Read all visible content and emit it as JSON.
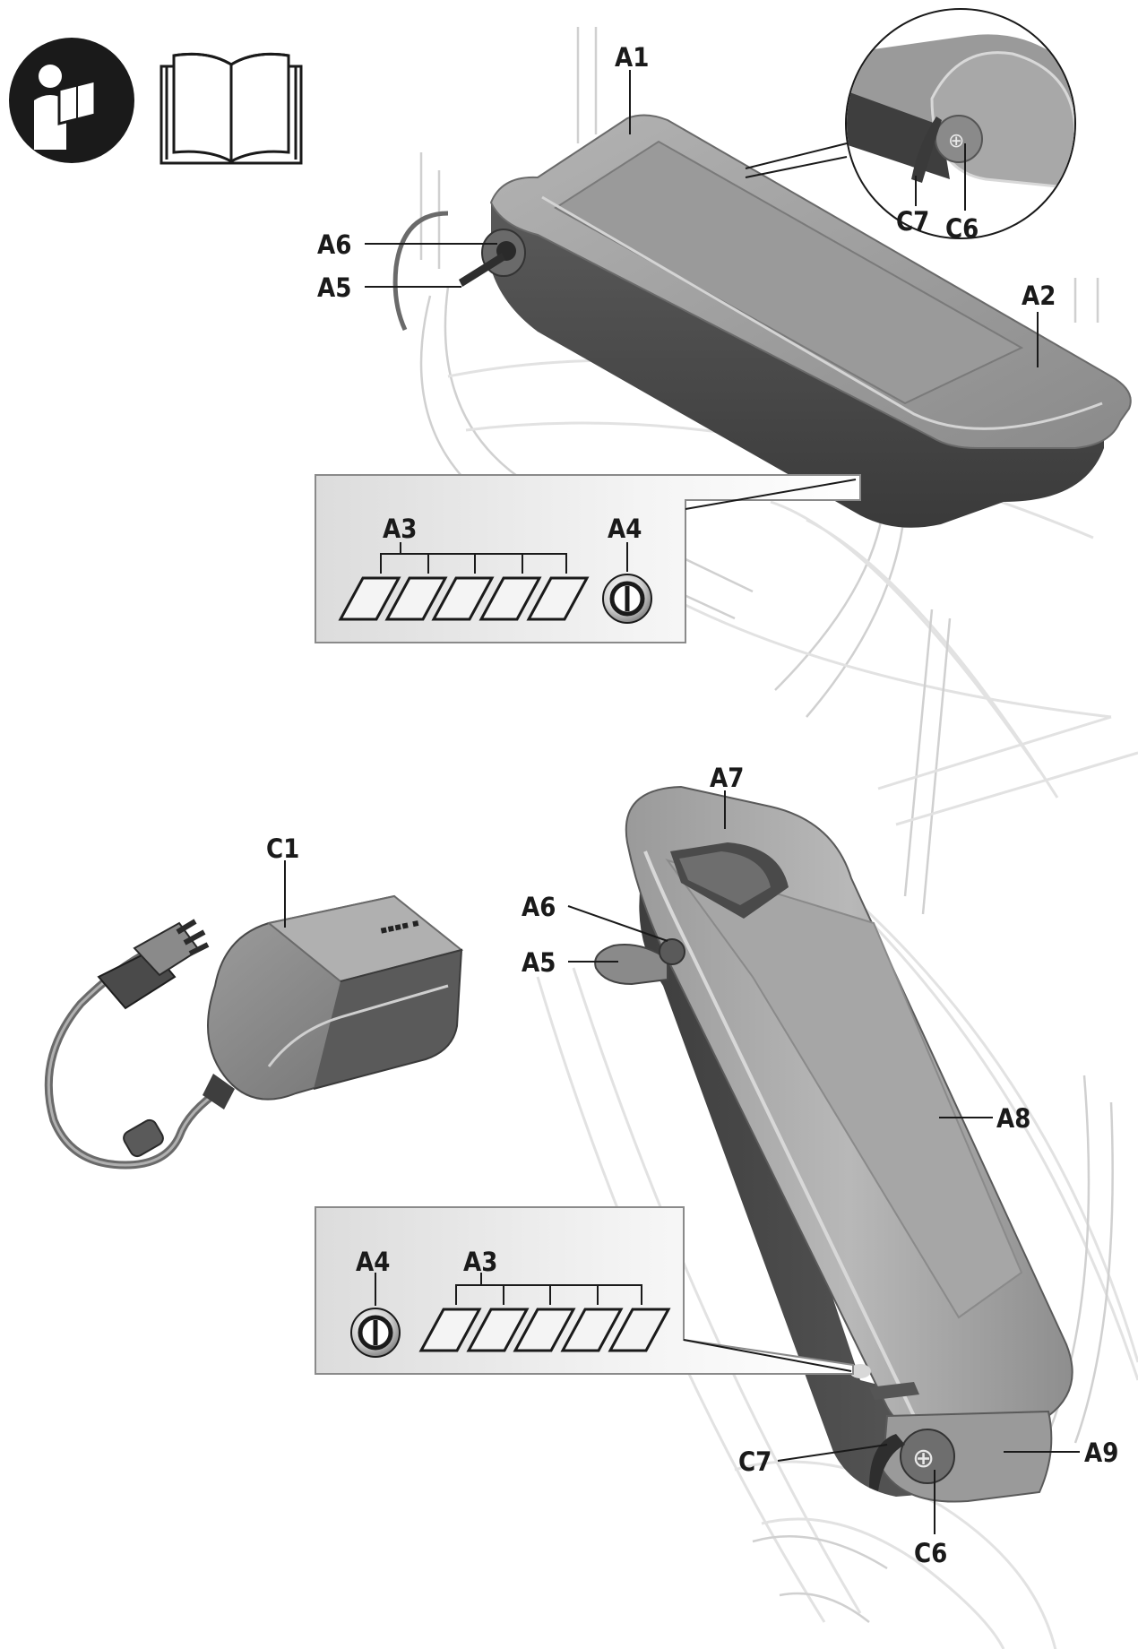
{
  "labels": {
    "a1": "A1",
    "a2": "A2",
    "a5_top": "A5",
    "a6_top": "A6",
    "c6_top": "C6",
    "c7_top": "C7",
    "a3_top": "A3",
    "a4_top": "A4",
    "a7": "A7",
    "a6_bottom": "A6",
    "a5_bottom": "A5",
    "a8": "A8",
    "a9": "A9",
    "c1": "C1",
    "a4_bottom": "A4",
    "a3_bottom": "A3",
    "c6_bottom": "C6",
    "c7_bottom": "C7"
  },
  "icons": [
    "read-manual-person-icon",
    "open-book-icon"
  ],
  "colors": {
    "battery_body": "#8f8f8f",
    "battery_dark": "#4e4e4e",
    "outline": "#1a1a1a",
    "inset_bg": "#ececec"
  }
}
